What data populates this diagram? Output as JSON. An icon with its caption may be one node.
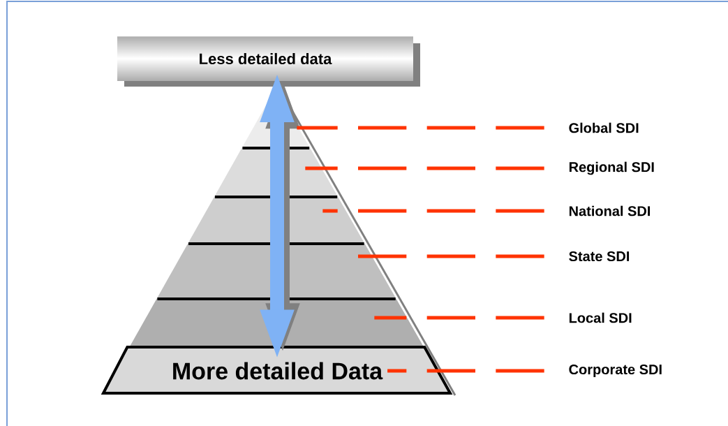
{
  "diagram": {
    "nodes": [
      {
        "text": [
          "Less detailed data"
        ]
      },
      {
        "text": [
          "More detailed Data"
        ]
      },
      {
        "text": [
          "Global SDI"
        ]
      },
      {
        "text": [
          "Regional SDI"
        ]
      },
      {
        "text": [
          "National SDI"
        ]
      },
      {
        "text": [
          "State SDI"
        ]
      },
      {
        "text": [
          "Local SDI"
        ]
      },
      {
        "text": [
          "Corporate SDI"
        ]
      }
    ],
    "edges": [
      {
        "from": 0,
        "to": 1,
        "arrow": "both",
        "style": "thick",
        "color": "#7fb2f5"
      },
      {
        "from": 2,
        "to": null,
        "arrow": "none",
        "style": "dashed",
        "color": "#ff3300"
      },
      {
        "from": 3,
        "to": null,
        "arrow": "none",
        "style": "dashed",
        "color": "#ff3300"
      },
      {
        "from": 4,
        "to": null,
        "arrow": "none",
        "style": "dashed",
        "color": "#ff3300"
      },
      {
        "from": 5,
        "to": null,
        "arrow": "none",
        "style": "dashed",
        "color": "#ff3300"
      },
      {
        "from": 6,
        "to": null,
        "arrow": "none",
        "style": "dashed",
        "color": "#ff3300"
      },
      {
        "from": 7,
        "to": 1,
        "arrow": "none",
        "style": "dashed",
        "color": "#ff3300"
      }
    ]
  }
}
